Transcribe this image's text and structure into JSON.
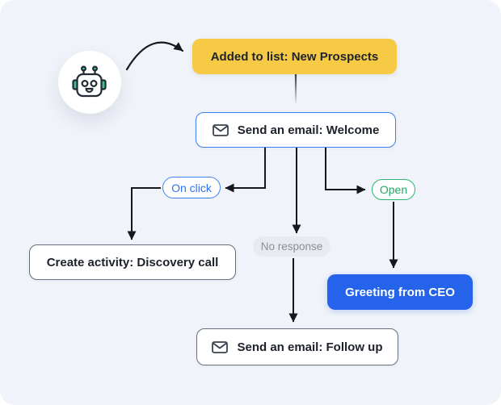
{
  "diagram": {
    "description": "Email automation workflow flowchart",
    "nodes": {
      "trigger": {
        "label": "Added to list: New Prospects",
        "type": "trigger"
      },
      "email_welcome": {
        "label": "Send an email: Welcome",
        "type": "email-action"
      },
      "on_click": {
        "label": "On click",
        "type": "condition"
      },
      "open": {
        "label": "Open",
        "type": "condition"
      },
      "no_response": {
        "label": "No response",
        "type": "condition"
      },
      "activity": {
        "label": "Create activity: Discovery call",
        "type": "action"
      },
      "greeting": {
        "label": "Greeting from CEO",
        "type": "action"
      },
      "email_followup": {
        "label": "Send an email: Follow up",
        "type": "email-action"
      }
    },
    "icons": {
      "robot": "robot-avatar-icon",
      "email": "envelope-icon",
      "arrow": "curved-arrow-icon"
    },
    "colors": {
      "canvas_bg": "#F0F3F9",
      "trigger_yellow": "#F6CA45",
      "blue_border": "#3D7FF6",
      "blue_fill": "#2563EB",
      "green": "#2BB673",
      "gray_pill_bg": "#E8EAEF",
      "gray_pill_text": "#878F9D",
      "line_color": "#14181F",
      "text_dark": "#1C212B"
    }
  }
}
